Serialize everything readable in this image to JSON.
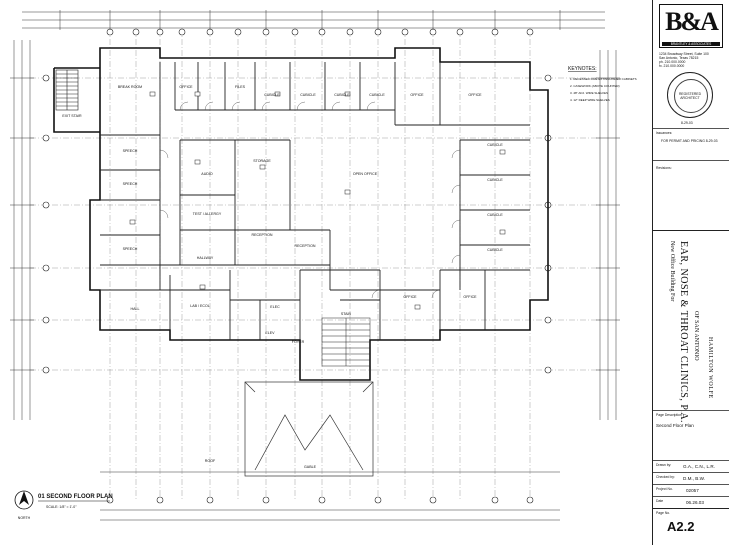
{
  "keynotes": {
    "title": "KEYNOTES:",
    "items": [
      "1. RECESSED FIRE EXTINGUISHER CABINETS",
      "2. CASEWORK (ABOVE COUNTER)",
      "3. 48\" ADJ. WIRE SHELVES",
      "4. 12\" DEEP WIRE SHELVES"
    ]
  },
  "plan": {
    "title": "01  SECOND FLOOR PLAN",
    "scale": "SCALE: 1/8\" = 1'-0\"",
    "north_label": "NORTH",
    "rooms": {
      "breakroom": "BREAK ROOM",
      "office_tl": "OFFICE",
      "files": "FILES",
      "cubicle1": "CUBICLE",
      "cubicle2": "CUBICLE",
      "cubicle3": "CUBICLE",
      "cubicle4": "CUBICLE",
      "office_top": "OFFICE",
      "office_tr": "OFFICE",
      "exit_stair": "EXIT STAIR",
      "speech1": "SPEECH",
      "speech2": "SPEECH",
      "speech3": "SPEECH",
      "audio": "AUDIO",
      "storage": "STORAGE",
      "open_office": "OPEN OFFICE",
      "cubicle_r1": "CUBICLE",
      "cubicle_r2": "CUBICLE",
      "cubicle_r3": "CUBICLE",
      "cubicle_r4": "CUBICLE",
      "test_allergy": "TEST / ALLERGY",
      "reception1": "RECEPTION",
      "reception2": "RECEPTION",
      "hallway": "HALLWAY",
      "lab_ecol": "LAB / ECOL",
      "hall": "HALL",
      "office_mid": "OFFICE",
      "office_r": "OFFICE",
      "elev": "ELEV",
      "elec": "ELEC",
      "foyer": "FOYER",
      "stair": "STAIR",
      "roof": "ROOF",
      "gable": "GABLE"
    }
  },
  "titleblock": {
    "logo": "B&A",
    "firm_sub": "BRANTLEY & ASSOCIATES",
    "address": [
      "1234 Broadway Street, Suite 100",
      "San Antonio, Texas 78215",
      "ph. 210.000.0000",
      "fx. 210.000.0000"
    ],
    "seal_text": "REGISTERED ARCHITECT",
    "seal_date": "8-29-03",
    "status_label": "Issuances:",
    "status": "FOR PERMIT AND PRICING 8-29-03",
    "revisions_label": "Revisions:",
    "project_line1": "New Office Building For",
    "project_line2": "EAR, NOSE & THROAT CLINICS, P.A.",
    "project_line3": "OF SAN ANTONIO",
    "project_line4": "HAMILTON WOLFE",
    "page_desc_label": "Page Description",
    "page_desc": "Second Floor Plan",
    "drawn_label": "Drawn by:",
    "drawn": "G.A., C.N., L.R.",
    "checked_label": "Checked by:",
    "checked": "D.M., B.W.",
    "project_no_label": "Project No.",
    "project_no": "02057",
    "date_label": "Date",
    "date": "06.26.03",
    "page_no_label": "Page No.",
    "sheet": "A2.2"
  }
}
